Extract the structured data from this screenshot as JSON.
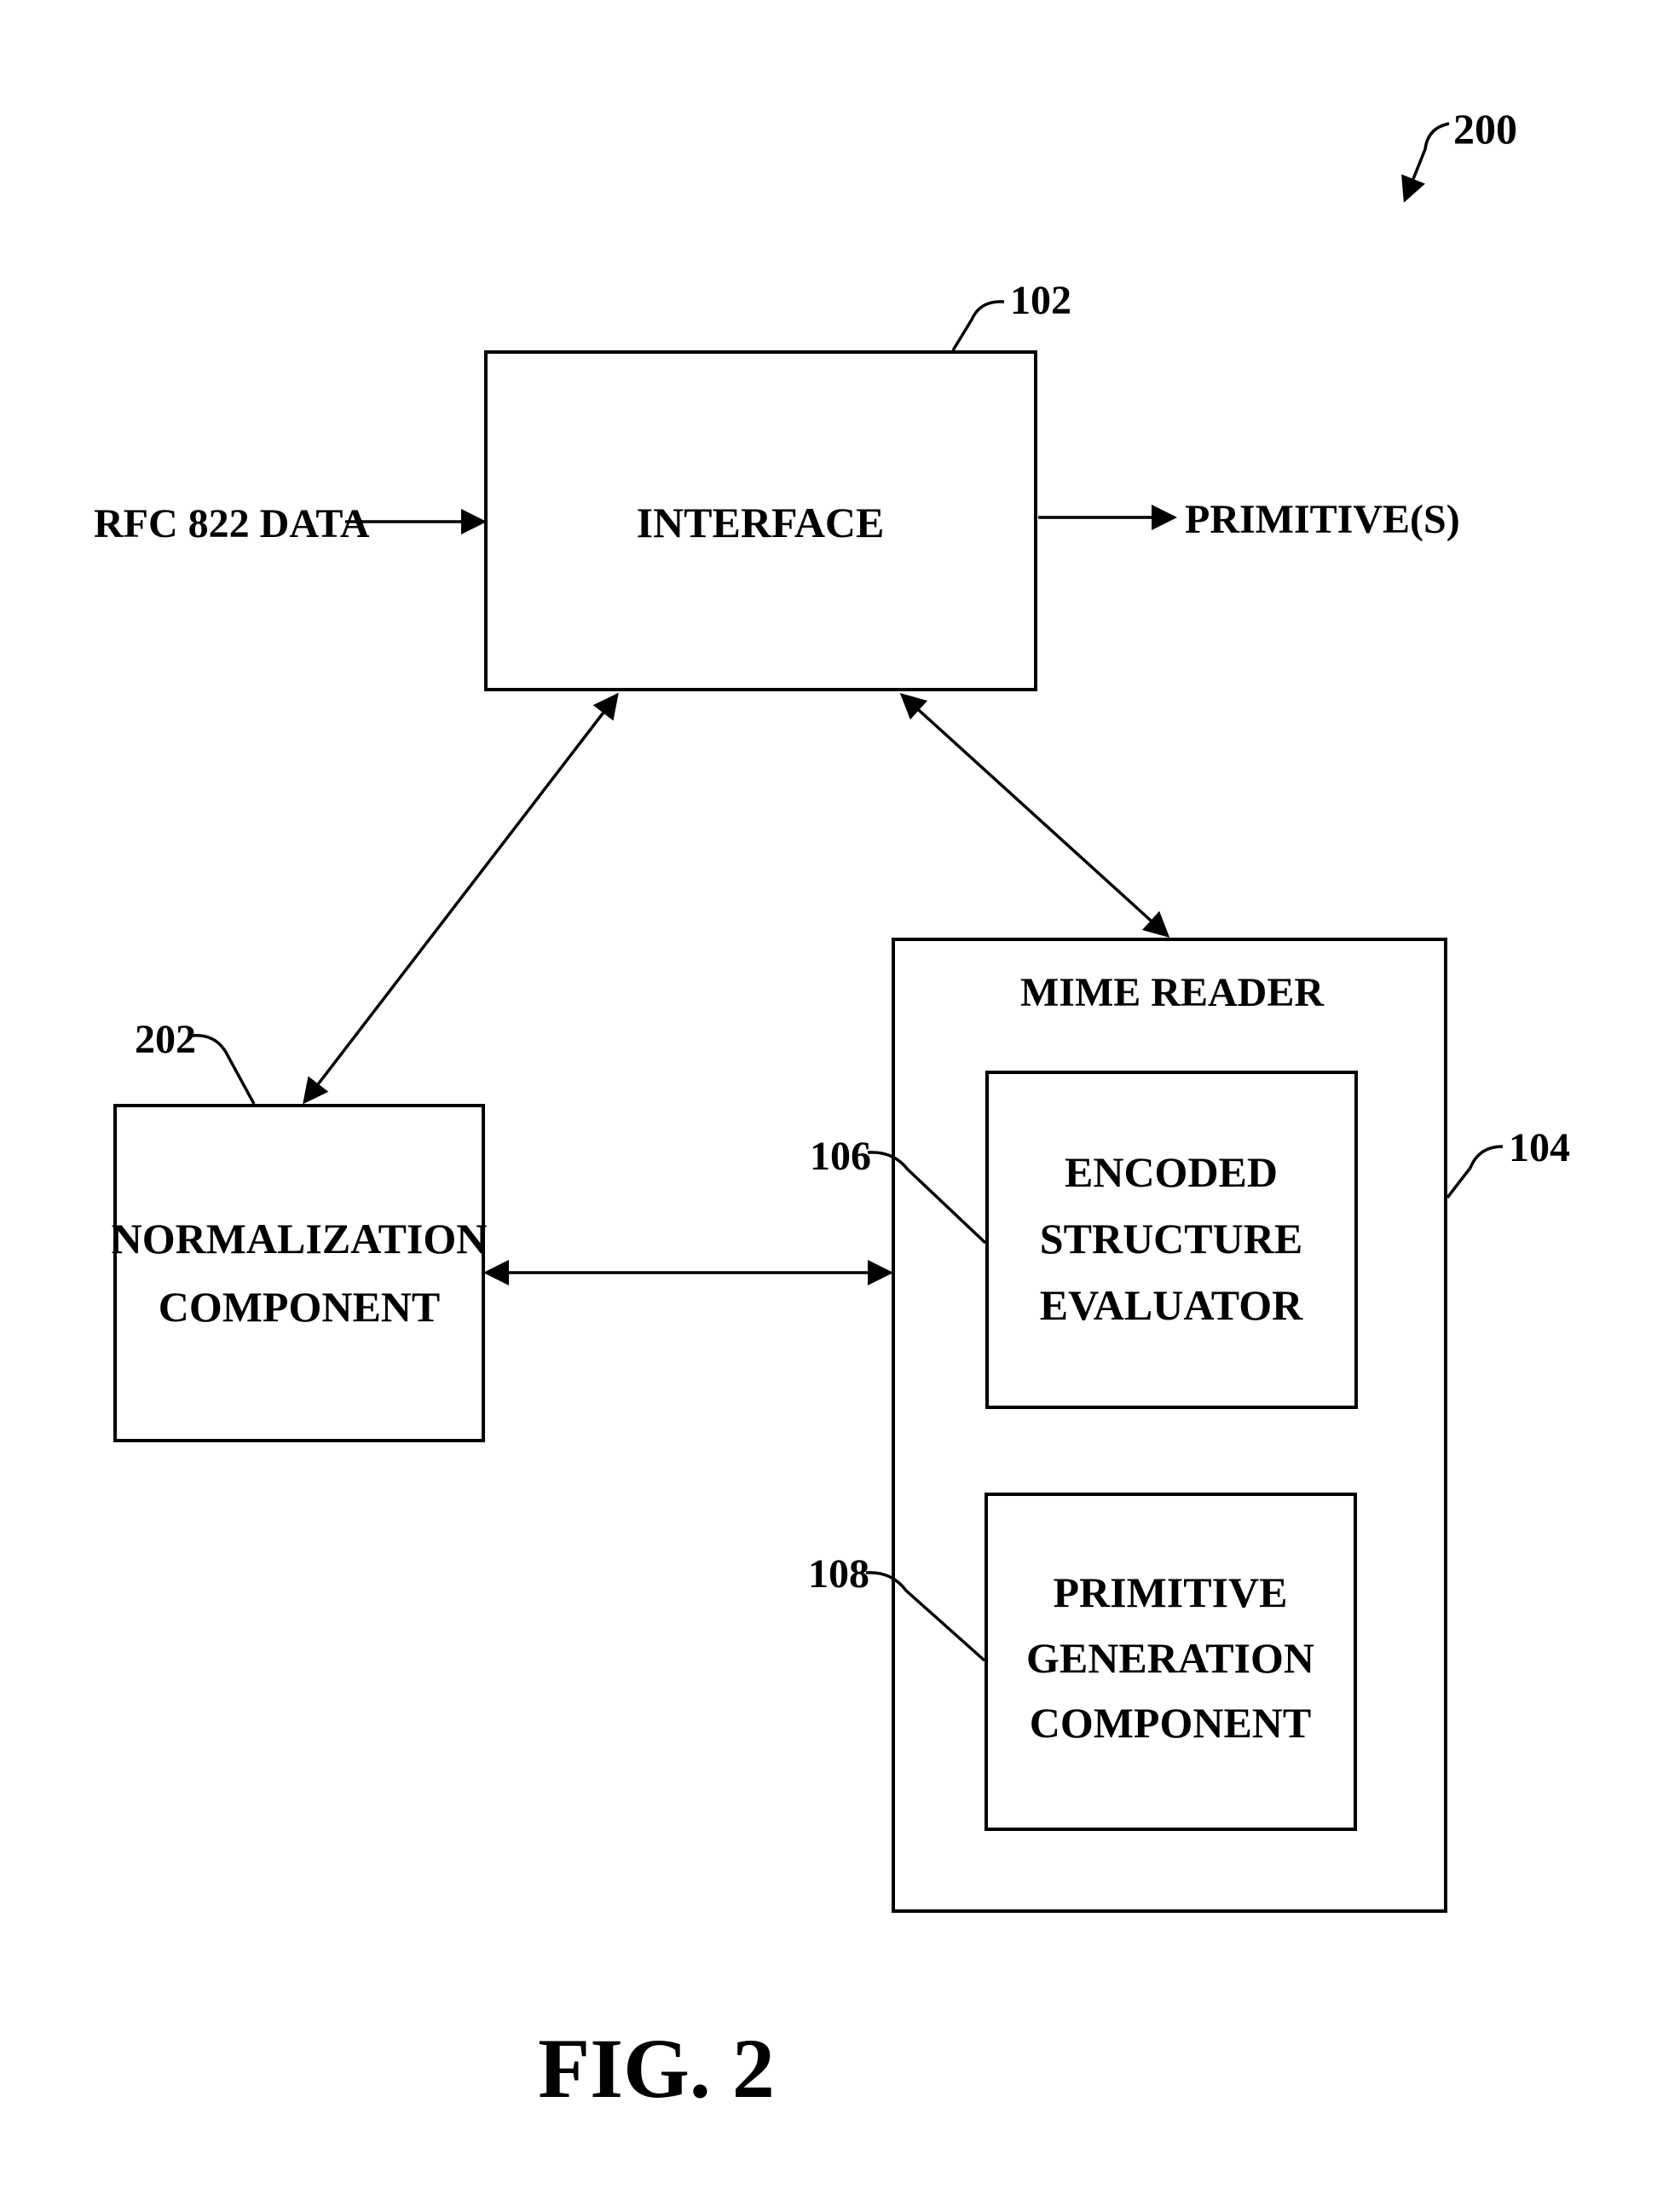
{
  "figure": {
    "number": "200",
    "caption": "FIG. 2"
  },
  "input_label": "RFC 822 DATA",
  "output_label": "PRIMITIVE(S)",
  "interface": {
    "ref": "102",
    "label": "INTERFACE"
  },
  "normalization": {
    "ref": "202",
    "line1": "NORMALIZATION",
    "line2": "COMPONENT"
  },
  "mime_reader": {
    "ref": "104",
    "label": "MIME READER",
    "evaluator": {
      "ref": "106",
      "line1": "ENCODED",
      "line2": "STRUCTURE",
      "line3": "EVALUATOR"
    },
    "generator": {
      "ref": "108",
      "line1": "PRIMITIVE",
      "line2": "GENERATION",
      "line3": "COMPONENT"
    }
  }
}
